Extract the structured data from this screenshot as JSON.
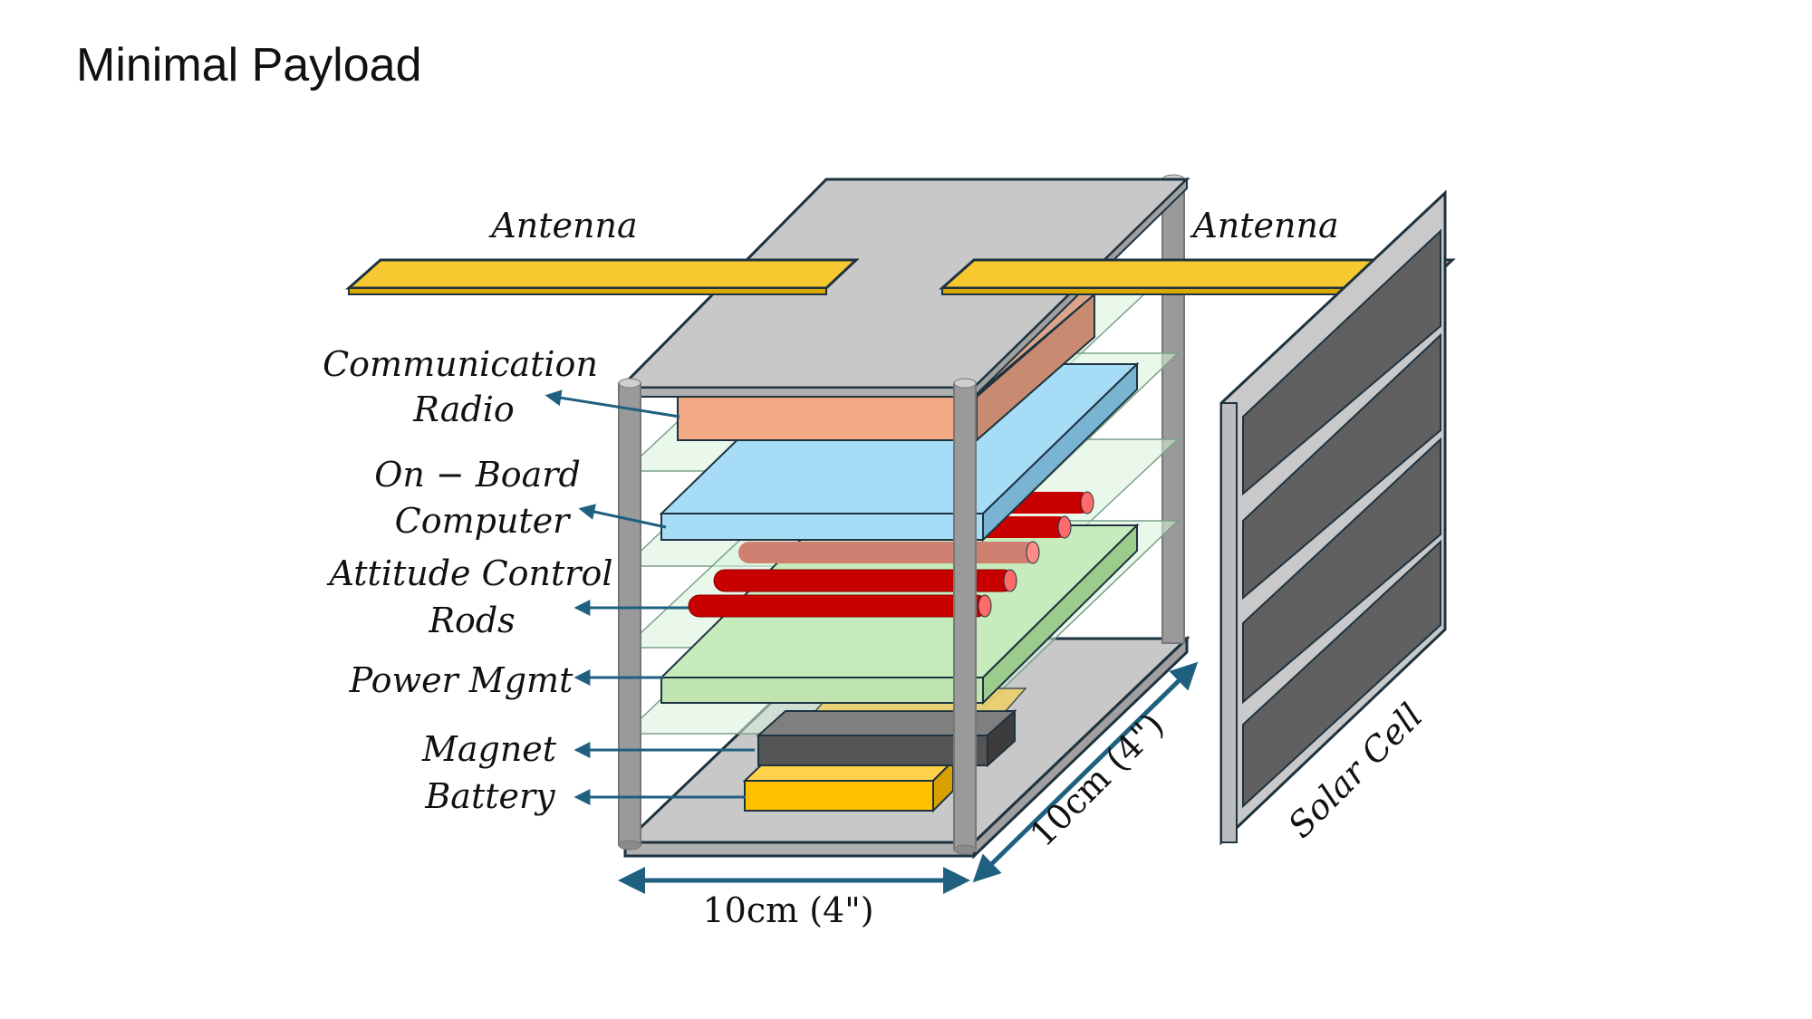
{
  "slide": {
    "title": "Minimal Payload"
  },
  "labels": {
    "antenna_left": "Antenna",
    "antenna_right": "Antenna",
    "comm_1": "Communication",
    "comm_2": "Radio",
    "obc_1": "On − Board",
    "obc_2": "Computer",
    "acr_1": "Attitude Control",
    "acr_2": "Rods",
    "power": "Power Mgmt",
    "magnet": "Magnet",
    "battery": "Battery",
    "dim_width": "10cm (4\")",
    "dim_depth": "10cm (4\")",
    "solar": "Solar Cell"
  },
  "colors": {
    "frame": "#c8c8c8",
    "frame_dark": "#9a9a9a",
    "outline": "#1d3340",
    "antenna": "#f8c830",
    "radio": "#f2a986",
    "radio_side": "#c88a70",
    "obc": "#a6dcf5",
    "obc_side": "#7ab4d3",
    "rods": "#c80000",
    "power": "#bfe4b0",
    "power_side": "#9ccc8c",
    "magnet": "#555555",
    "battery": "#ffc000",
    "solar_cell": "#606060",
    "arrow": "#1f6080"
  }
}
